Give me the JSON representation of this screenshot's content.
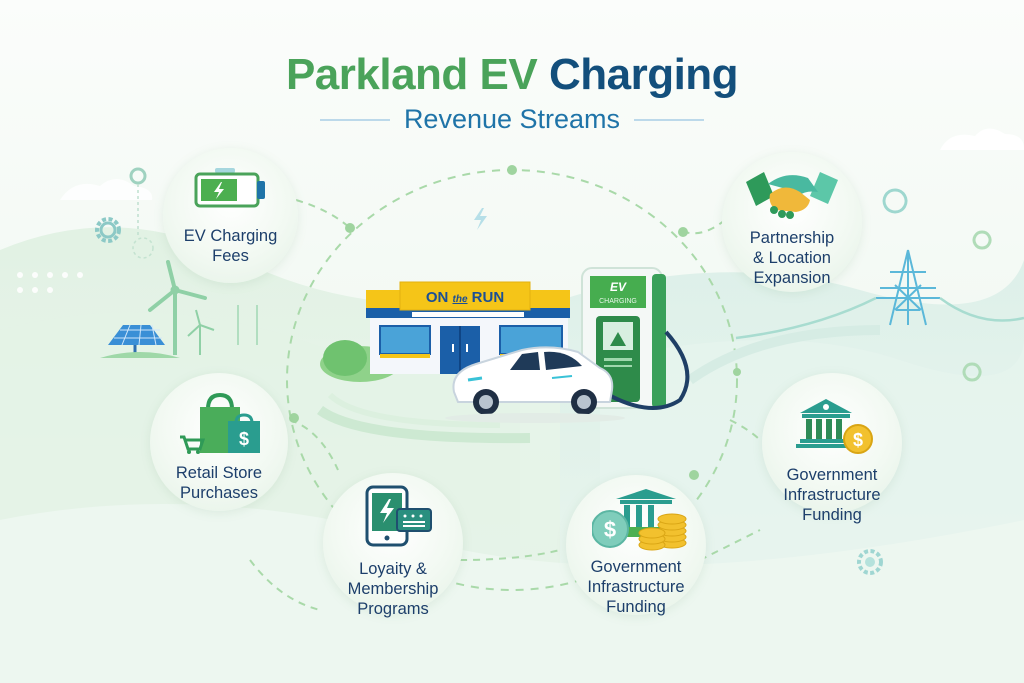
{
  "header": {
    "title_part1": "Parkland EV",
    "title_part2": "Charging",
    "subtitle": "Revenue Streams"
  },
  "colors": {
    "title_green": "#4aa35a",
    "title_navy": "#134f7c",
    "subtitle_blue": "#1f74a8",
    "label_navy": "#1d3f6b",
    "accent_green": "#4caf50",
    "accent_teal": "#2a9d8f",
    "coin_gold": "#f2c12e",
    "store_yellow": "#f5c518",
    "store_blue": "#1b5fa8"
  },
  "center_scene": {
    "store_sign": "ON the RUN",
    "store_sign_parts": [
      "ON",
      "the",
      "RUN"
    ],
    "charger_sign_line1": "EV",
    "charger_sign_line2": "CHARGING"
  },
  "revenue_streams": [
    {
      "id": "ev-charging-fees",
      "icon": "battery-charging-icon",
      "label_lines": [
        "EV Charging",
        "Fees"
      ]
    },
    {
      "id": "partnership-location-expansion",
      "icon": "handshake-icon",
      "label_lines": [
        "Partnership",
        "& Location",
        "Expansion"
      ]
    },
    {
      "id": "retail-store-purchases",
      "icon": "shopping-bags-icon",
      "label_lines": [
        "Retail Store",
        "Purchases"
      ]
    },
    {
      "id": "loyalty-membership-programs",
      "icon": "mobile-app-card-icon",
      "label_lines": [
        "Loyaity &",
        "Membership",
        "Programs"
      ]
    },
    {
      "id": "government-infrastructure-funding-bottom",
      "icon": "bank-coins-icon",
      "label_lines": [
        "Government",
        "Infrastructure",
        "Funding"
      ]
    },
    {
      "id": "government-infrastructure-funding-right",
      "icon": "bank-dollar-icon",
      "label_lines": [
        "Government",
        "Infrastructure",
        "Funding"
      ]
    }
  ]
}
